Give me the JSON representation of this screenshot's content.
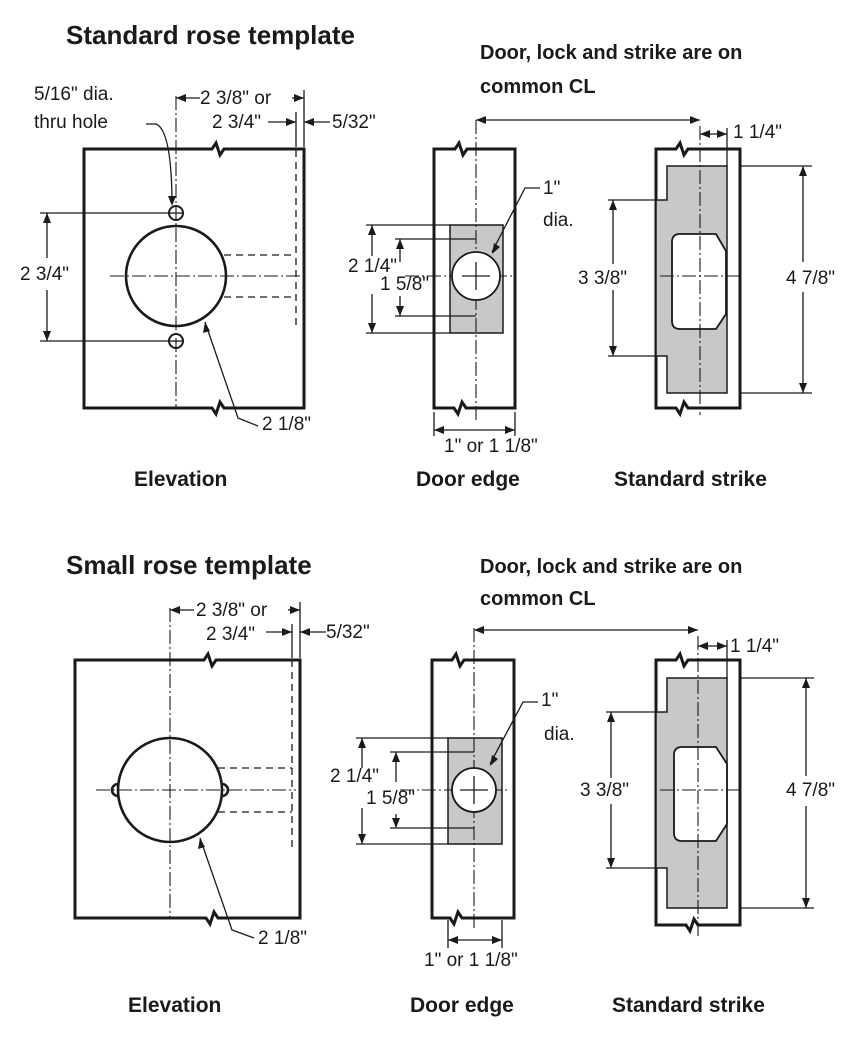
{
  "sections": [
    {
      "title": "Standard rose template",
      "note_line1": "Door, lock and strike are on",
      "note_line2": "common CL",
      "captions": {
        "elevation": "Elevation",
        "door_edge": "Door edge",
        "strike": "Standard strike"
      },
      "labels": {
        "hole_line1": "5/16\" dia.",
        "hole_line2": "thru hole",
        "backset_line1": "2 3/8\" or",
        "backset_line2": "2 3/4\"",
        "edge_offset": "5/32\"",
        "rose_height": "2 3/4\"",
        "bore_dia": "2 1/8\"",
        "latch_dia_line1": "1\"",
        "latch_dia_line2": "dia.",
        "face_height": "2 1/4\"",
        "latch_height": "1 5/8\"",
        "door_thickness": "1\" or 1 1/8\"",
        "strike_width": "1 1/4\"",
        "strike_mortise": "3 3/8\"",
        "strike_height": "4 7/8\""
      }
    },
    {
      "title": "Small rose template",
      "note_line1": "Door, lock and strike are on",
      "note_line2": "common CL",
      "captions": {
        "elevation": "Elevation",
        "door_edge": "Door edge",
        "strike": "Standard strike"
      },
      "labels": {
        "backset_line1": "2 3/8\" or",
        "backset_line2": "2 3/4\"",
        "edge_offset": "5/32\"",
        "bore_dia": "2 1/8\"",
        "latch_dia_line1": "1\"",
        "latch_dia_line2": "dia.",
        "face_height": "2 1/4\"",
        "latch_height": "1 5/8\"",
        "door_thickness": "1\" or 1 1/8\"",
        "strike_width": "1 1/4\"",
        "strike_mortise": "3 3/8\"",
        "strike_height": "4 7/8\""
      }
    }
  ]
}
